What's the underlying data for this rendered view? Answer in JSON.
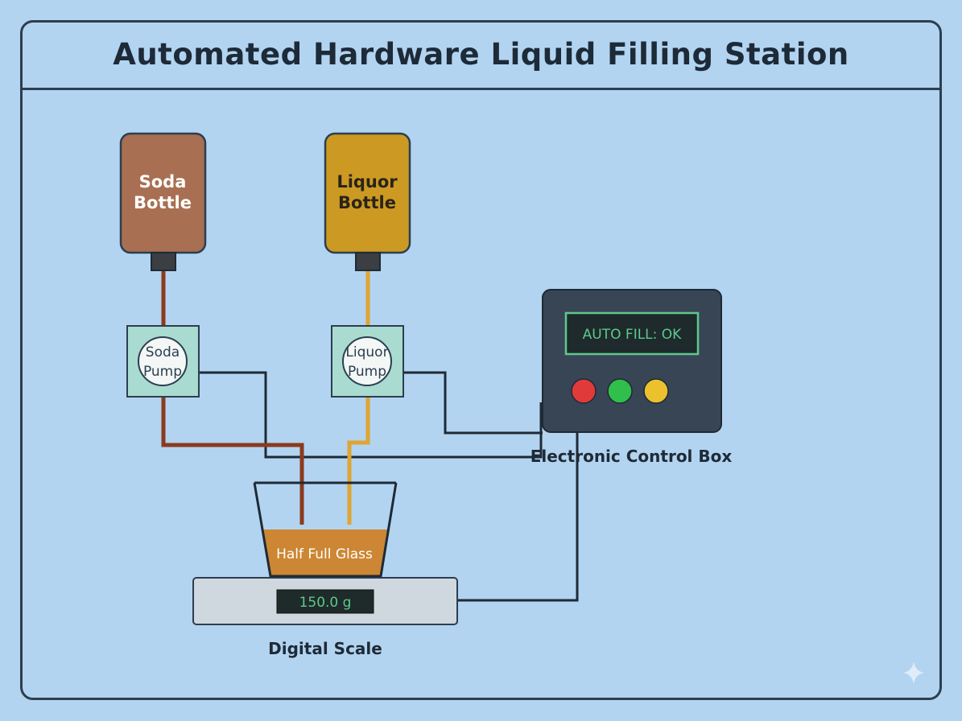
{
  "title": "Automated Hardware Liquid Filling Station",
  "bottles": {
    "soda_line1": "Soda",
    "soda_line2": "Bottle",
    "liquor_line1": "Liquor",
    "liquor_line2": "Bottle"
  },
  "pumps": {
    "soda_line1": "Soda",
    "soda_line2": "Pump",
    "liquor_line1": "Liquor",
    "liquor_line2": "Pump"
  },
  "control_box": {
    "display": "AUTO FILL: OK",
    "label": "Electronic Control Box",
    "lights": [
      "red",
      "green",
      "yellow"
    ]
  },
  "glass": {
    "label": "Half Full Glass"
  },
  "scale": {
    "reading": "150.0 g",
    "label": "Digital Scale"
  },
  "colors": {
    "background": "#b2d4f0",
    "soda_bottle": "#a86f52",
    "liquor_bottle": "#cc9a22",
    "soda_tube": "#8b3a1e",
    "liquor_tube": "#e0a530",
    "pump_box": "#a9dbd0",
    "control_box": "#384555",
    "display_text": "#5ec98a",
    "liquid": "#cd8633",
    "wire": "#1e2a36"
  }
}
